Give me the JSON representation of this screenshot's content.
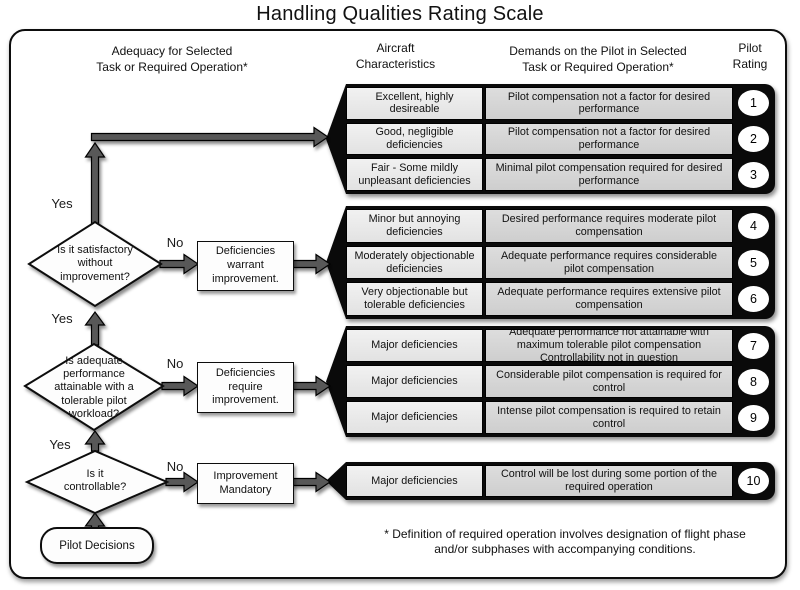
{
  "title": "Handling Qualities Rating Scale",
  "headers": {
    "adequacy": "Adequacy for Selected\nTask or Required  Operation*",
    "aircraft": "Aircraft\nCharacteristics",
    "demands": "Demands on the Pilot in Selected\nTask or Required Operation*",
    "rating": "Pilot\nRating"
  },
  "flow": {
    "yes": "Yes",
    "no": "No",
    "diamond1": "Is it satisfactory\nwithout\nimprovement?",
    "diamond2": "Is adequate\nperformance\nattainable with a\ntolerable pilot\nworkload?",
    "diamond3": "Is it\ncontrollable?",
    "box1": "Deficiencies\nwarrant\nimprovement.",
    "box2": "Deficiencies\nrequire\nimprovement.",
    "box3": "Improvement\nMandatory",
    "terminal": "Pilot Decisions"
  },
  "groups": [
    {
      "rows": [
        {
          "characteristics": "Excellent, highly\ndesireable",
          "demands": "Pilot compensation not a factor for desired\nperformance",
          "rating": "1"
        },
        {
          "characteristics": "Good, negligible\ndeficiencies",
          "demands": "Pilot compensation not a factor for desired\nperformance",
          "rating": "2"
        },
        {
          "characteristics": "Fair - Some mildly\nunpleasant deficiencies",
          "demands": "Minimal pilot compensation required for desired\nperformance",
          "rating": "3"
        }
      ]
    },
    {
      "rows": [
        {
          "characteristics": "Minor but annoying\ndeficiencies",
          "demands": "Desired performance requires moderate pilot\ncompensation",
          "rating": "4"
        },
        {
          "characteristics": "Moderately objectionable\ndeficiencies",
          "demands": "Adequate performance requires considerable\npilot compensation",
          "rating": "5"
        },
        {
          "characteristics": "Very objectionable but\ntolerable deficiencies",
          "demands": "Adequate performance requires extensive pilot\ncompensation",
          "rating": "6"
        }
      ]
    },
    {
      "rows": [
        {
          "characteristics": "Major deficiencies",
          "demands": "Adequate performance not attainable with\nmaximum tolerable pilot compensation\nControllability not in question",
          "rating": "7"
        },
        {
          "characteristics": "Major deficiencies",
          "demands": "Considerable pilot compensation is required for\ncontrol",
          "rating": "8"
        },
        {
          "characteristics": "Major deficiencies",
          "demands": "Intense pilot compensation is required to retain\ncontrol",
          "rating": "9"
        }
      ]
    },
    {
      "rows": [
        {
          "characteristics": "Major deficiencies",
          "demands": "Control will be lost during some portion of the\nrequired operation",
          "rating": "10"
        }
      ]
    }
  ],
  "footnote": "* Definition of required operation involves designation of flight phase\nand/or subphases with accompanying conditions.",
  "colors": {
    "band": "#0a0a0a",
    "cell_light": "#e9e9e9",
    "cell_dark": "#d5d5d5",
    "arrow": "#585858"
  }
}
